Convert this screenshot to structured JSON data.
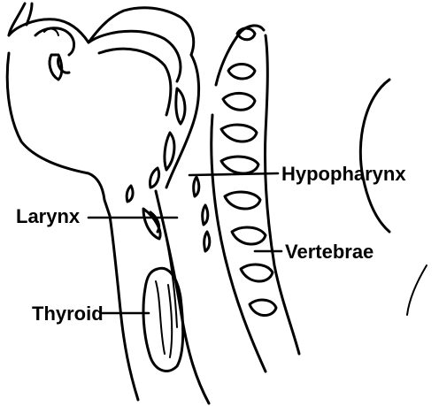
{
  "labels": {
    "hypopharynx": "Hypopharynx",
    "larynx": "Larynx",
    "vertebrae": "Vertebrae",
    "thyroid": "Thyroid"
  }
}
